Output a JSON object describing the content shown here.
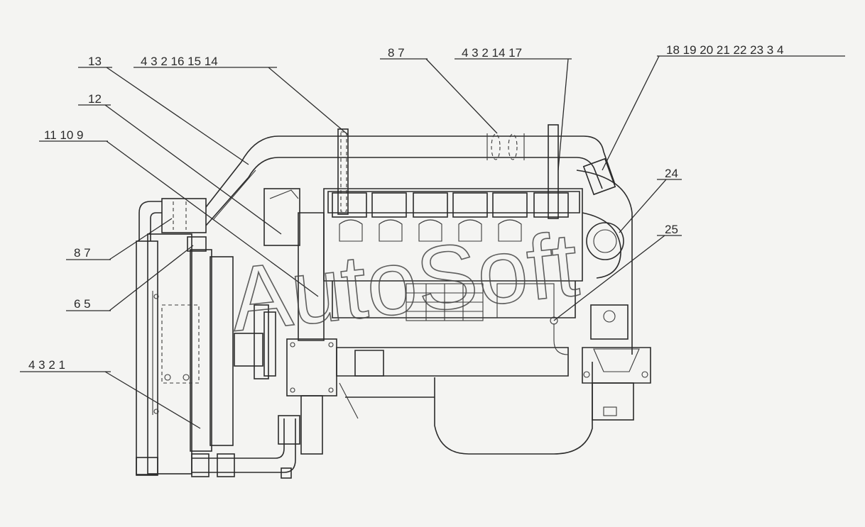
{
  "diagram": {
    "watermark": "AutoSoft",
    "callouts": [
      {
        "id": "c1",
        "text": "13"
      },
      {
        "id": "c2",
        "text": "4  3  2  16 15 14"
      },
      {
        "id": "c3",
        "text": "12"
      },
      {
        "id": "c4",
        "text": "11 10  9"
      },
      {
        "id": "c5",
        "text": "8  7"
      },
      {
        "id": "c6",
        "text": "4  3  2  14 17"
      },
      {
        "id": "c7",
        "text": "18 19 20  21 22 23  3  4"
      },
      {
        "id": "c8",
        "text": "24"
      },
      {
        "id": "c9",
        "text": "25"
      },
      {
        "id": "c10",
        "text": "8  7"
      },
      {
        "id": "c11",
        "text": "6  5"
      },
      {
        "id": "c12",
        "text": "4  3  2  1"
      }
    ]
  }
}
